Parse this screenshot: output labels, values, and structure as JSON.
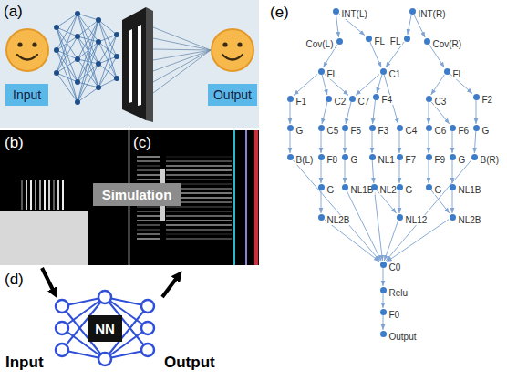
{
  "diagram": {
    "nodes": [
      {
        "text": [
          "Input"
        ]
      },
      {
        "text": [
          "Output"
        ]
      },
      {
        "text": [
          "Simulation"
        ]
      },
      {
        "text": [
          "NN"
        ]
      },
      {
        "text": [
          "INT(L)"
        ]
      },
      {
        "text": [
          "INT(R)"
        ]
      },
      {
        "text": [
          "Cov(L)"
        ]
      },
      {
        "text": [
          "FL"
        ]
      },
      {
        "text": [
          "FL"
        ]
      },
      {
        "text": [
          "Cov(R)"
        ]
      },
      {
        "text": [
          "FL"
        ]
      },
      {
        "text": [
          "C1"
        ]
      },
      {
        "text": [
          "FL"
        ]
      },
      {
        "text": [
          "F1"
        ]
      },
      {
        "text": [
          "C2"
        ]
      },
      {
        "text": [
          "C7"
        ]
      },
      {
        "text": [
          "F4"
        ]
      },
      {
        "text": [
          "C3"
        ]
      },
      {
        "text": [
          "F2"
        ]
      },
      {
        "text": [
          "G"
        ]
      },
      {
        "text": [
          "C5"
        ]
      },
      {
        "text": [
          "F5"
        ]
      },
      {
        "text": [
          "F3"
        ]
      },
      {
        "text": [
          "C4"
        ]
      },
      {
        "text": [
          "C6"
        ]
      },
      {
        "text": [
          "F6"
        ]
      },
      {
        "text": [
          "G"
        ]
      },
      {
        "text": [
          "B(L)"
        ]
      },
      {
        "text": [
          "F8"
        ]
      },
      {
        "text": [
          "G"
        ]
      },
      {
        "text": [
          "NL1"
        ]
      },
      {
        "text": [
          "F7"
        ]
      },
      {
        "text": [
          "F9"
        ]
      },
      {
        "text": [
          "G"
        ]
      },
      {
        "text": [
          "B(R)"
        ]
      },
      {
        "text": [
          "G"
        ]
      },
      {
        "text": [
          "NL1B"
        ]
      },
      {
        "text": [
          "NL2"
        ]
      },
      {
        "text": [
          "G"
        ]
      },
      {
        "text": [
          "G"
        ]
      },
      {
        "text": [
          "NL1B"
        ]
      },
      {
        "text": [
          "NL2B"
        ]
      },
      {
        "text": [
          "NL12"
        ]
      },
      {
        "text": [
          "NL2B"
        ]
      },
      {
        "text": [
          "C0"
        ]
      },
      {
        "text": [
          "Relu"
        ]
      },
      {
        "text": [
          "F0"
        ]
      },
      {
        "text": [
          "Output"
        ]
      }
    ],
    "edges": [
      {
        "from": 4,
        "to": 6,
        "arrow": "to"
      },
      {
        "from": 4,
        "to": 7,
        "arrow": "to"
      },
      {
        "from": 5,
        "to": 8,
        "arrow": "to"
      },
      {
        "from": 5,
        "to": 9,
        "arrow": "to"
      },
      {
        "from": 6,
        "to": 10,
        "arrow": "to"
      },
      {
        "from": 7,
        "to": 11,
        "arrow": "to"
      },
      {
        "from": 8,
        "to": 11,
        "arrow": "to"
      },
      {
        "from": 9,
        "to": 12,
        "arrow": "to"
      },
      {
        "from": 10,
        "to": 13,
        "arrow": "to"
      },
      {
        "from": 10,
        "to": 14,
        "arrow": "to"
      },
      {
        "from": 10,
        "to": 15,
        "arrow": "to"
      },
      {
        "from": 11,
        "to": 15,
        "arrow": "to"
      },
      {
        "from": 11,
        "to": 16,
        "arrow": "to"
      },
      {
        "from": 11,
        "to": 23,
        "arrow": "to"
      },
      {
        "from": 12,
        "to": 17,
        "arrow": "to"
      },
      {
        "from": 12,
        "to": 18,
        "arrow": "to"
      },
      {
        "from": 13,
        "to": 19,
        "arrow": "to"
      },
      {
        "from": 14,
        "to": 20,
        "arrow": "to"
      },
      {
        "from": 15,
        "to": 21,
        "arrow": "to"
      },
      {
        "from": 16,
        "to": 22,
        "arrow": "to"
      },
      {
        "from": 17,
        "to": 24,
        "arrow": "to"
      },
      {
        "from": 17,
        "to": 25,
        "arrow": "to"
      },
      {
        "from": 18,
        "to": 26,
        "arrow": "to"
      },
      {
        "from": 19,
        "to": 27,
        "arrow": "to"
      },
      {
        "from": 20,
        "to": 28,
        "arrow": "to"
      },
      {
        "from": 21,
        "to": 29,
        "arrow": "to"
      },
      {
        "from": 22,
        "to": 30,
        "arrow": "to"
      },
      {
        "from": 23,
        "to": 31,
        "arrow": "to"
      },
      {
        "from": 24,
        "to": 32,
        "arrow": "to"
      },
      {
        "from": 25,
        "to": 33,
        "arrow": "to"
      },
      {
        "from": 26,
        "to": 34,
        "arrow": "to"
      },
      {
        "from": 28,
        "to": 35,
        "arrow": "to"
      },
      {
        "from": 29,
        "to": 36,
        "arrow": "to"
      },
      {
        "from": 30,
        "to": 37,
        "arrow": "to"
      },
      {
        "from": 31,
        "to": 38,
        "arrow": "to"
      },
      {
        "from": 32,
        "to": 39,
        "arrow": "to"
      },
      {
        "from": 33,
        "to": 40,
        "arrow": "to"
      },
      {
        "from": 35,
        "to": 41,
        "arrow": "to"
      },
      {
        "from": 38,
        "to": 42,
        "arrow": "to"
      },
      {
        "from": 37,
        "to": 42,
        "arrow": "to"
      },
      {
        "from": 39,
        "to": 43,
        "arrow": "to"
      },
      {
        "from": 40,
        "to": 43,
        "arrow": "to"
      },
      {
        "from": 27,
        "to": 44,
        "arrow": "to"
      },
      {
        "from": 41,
        "to": 44,
        "arrow": "to"
      },
      {
        "from": 36,
        "to": 44,
        "arrow": "to"
      },
      {
        "from": 37,
        "to": 44,
        "arrow": "to"
      },
      {
        "from": 42,
        "to": 44,
        "arrow": "to"
      },
      {
        "from": 43,
        "to": 44,
        "arrow": "to"
      },
      {
        "from": 34,
        "to": 44,
        "arrow": "to"
      },
      {
        "from": 44,
        "to": 45,
        "arrow": "to"
      },
      {
        "from": 45,
        "to": 46,
        "arrow": "to"
      },
      {
        "from": 46,
        "to": 47,
        "arrow": "to"
      }
    ],
    "labels": [
      "(a)",
      "(b)",
      "(c)",
      "(d)",
      "(e)",
      "Input",
      "Output"
    ]
  }
}
